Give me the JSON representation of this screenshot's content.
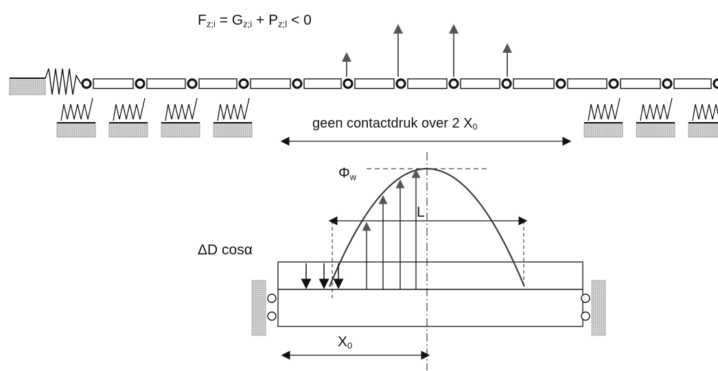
{
  "formula": {
    "lhs": "F",
    "lhs_sub": "z;i",
    "eq": " = ",
    "t1": "G",
    "t1_sub": "z;i",
    "plus": " + ",
    "t2": "P",
    "t2_sub": "z;l",
    "rel": " < 0"
  },
  "span_label": "geen contactdruk over 2 X",
  "span_label_sub": "0",
  "phi_label": "Φ",
  "phi_sub": "w",
  "l_label": "L",
  "delta_label": "ΔD cosα",
  "x0_label": "X",
  "x0_sub": "0",
  "colors": {
    "line": "#111111",
    "ground": "#c8c8c8",
    "curve": "#3a3a3a",
    "arrowhead": "#555555"
  },
  "icons": [
    "spring-icon",
    "hinge-icon",
    "roller-icon",
    "ground-hatch-icon",
    "arrow-icon"
  ]
}
